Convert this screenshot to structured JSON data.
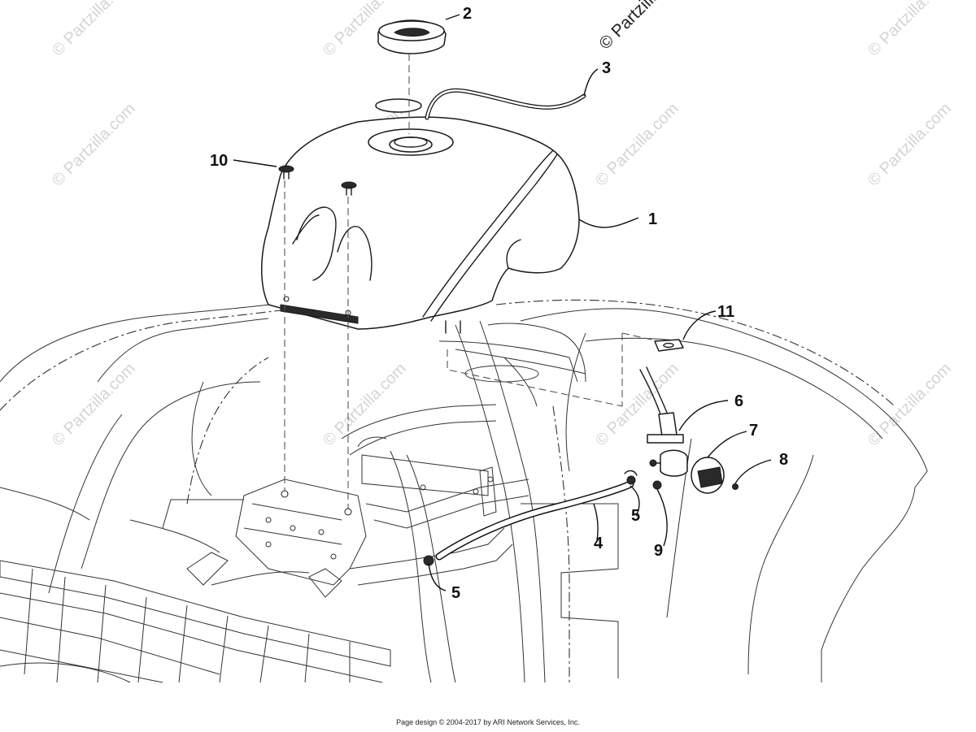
{
  "watermarks": [
    "© Partzilla.com",
    "© Partzilla.com",
    "© Partzilla.com",
    "© Partzilla.com",
    "© Partzilla.com",
    "© Partzilla.com",
    "© Partzilla.com",
    "© Partzilla.com",
    "© Partzilla.com",
    "© Partzilla.com",
    "© Partzilla.com"
  ],
  "watermark_main": "© Partzilla.com",
  "callouts": {
    "c1": "1",
    "c2": "2",
    "c3": "3",
    "c4": "4",
    "c5a": "5",
    "c5b": "5",
    "c6": "6",
    "c7": "7",
    "c8": "8",
    "c9": "9",
    "c10": "10",
    "c11": "11"
  },
  "footer": "Page design © 2004-2017 by ARI Network Services, Inc."
}
